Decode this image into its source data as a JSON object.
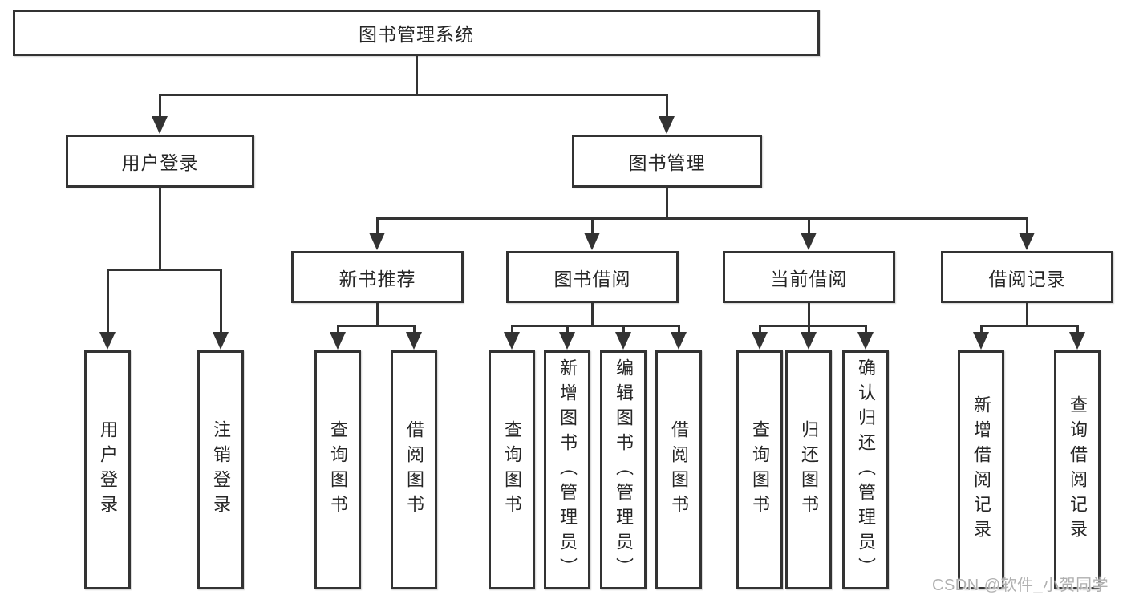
{
  "diagram_type": "hierarchy-tree",
  "colors": {
    "line": "#333333",
    "text": "#262626",
    "background": "#ffffff",
    "watermark_color": "#b0b0b0"
  },
  "watermark": {
    "text": "CSDN @软件_小贺同学"
  },
  "tree": {
    "label": "图书管理系统",
    "children": [
      {
        "label": "用户登录",
        "children": [
          {
            "label": "用户登录"
          },
          {
            "label": "注销登录"
          }
        ]
      },
      {
        "label": "图书管理",
        "children": [
          {
            "label": "新书推荐",
            "children": [
              {
                "label": "查询图书"
              },
              {
                "label": "借阅图书"
              }
            ]
          },
          {
            "label": "图书借阅",
            "children": [
              {
                "label": "查询图书"
              },
              {
                "label": "新增图书（管理员）"
              },
              {
                "label": "编辑图书（管理员）"
              },
              {
                "label": "借阅图书"
              }
            ]
          },
          {
            "label": "当前借阅",
            "children": [
              {
                "label": "查询图书"
              },
              {
                "label": "归还图书"
              },
              {
                "label": "确认归还（管理员）"
              }
            ]
          },
          {
            "label": "借阅记录",
            "children": [
              {
                "label": "新增借阅记录"
              },
              {
                "label": "查询借阅记录"
              }
            ]
          }
        ]
      }
    ]
  }
}
